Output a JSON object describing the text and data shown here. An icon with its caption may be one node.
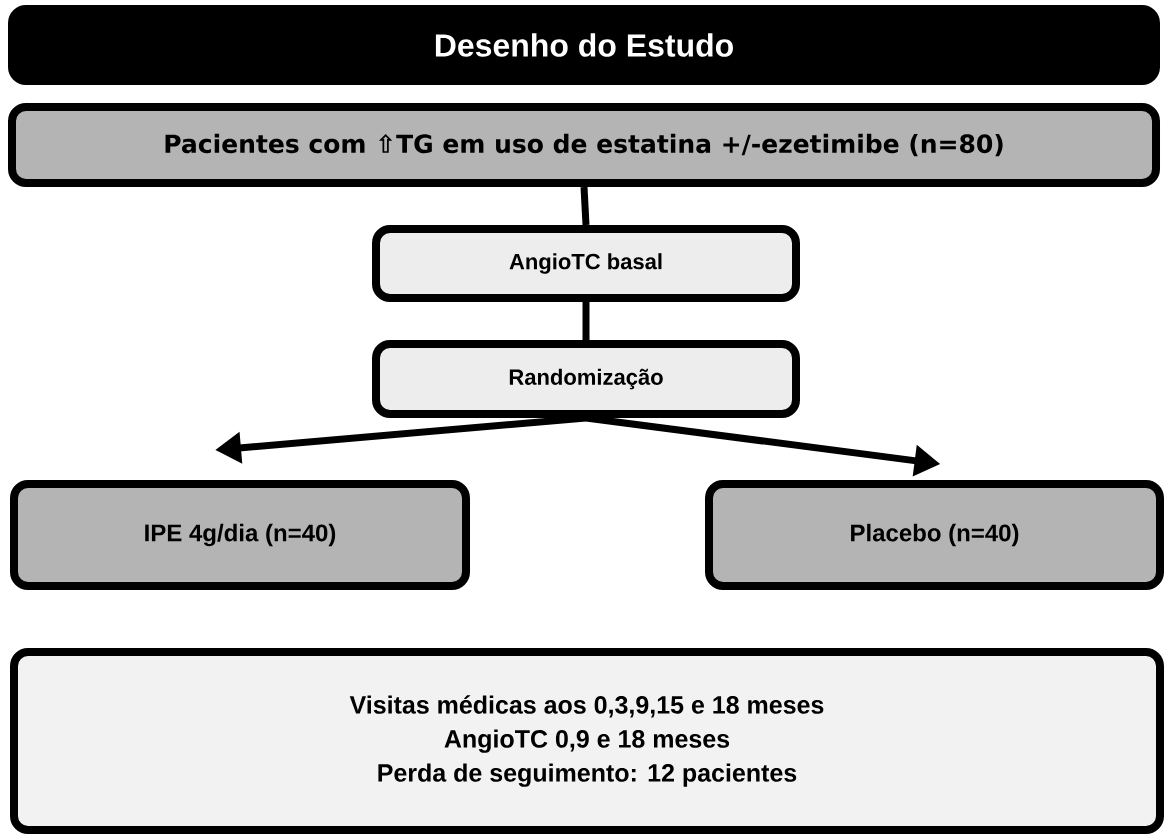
{
  "diagram": {
    "nodes": [
      {
        "text": [
          "Desenho do Estudo"
        ]
      },
      {
        "text": [
          "Pacientes com ⇧TG em uso de estatina +/-ezetimibe (n=80)"
        ]
      },
      {
        "text": [
          "AngioTC basal"
        ]
      },
      {
        "text": [
          "Randomização"
        ]
      },
      {
        "text": [
          "IPE 4g/dia (n=40)"
        ]
      },
      {
        "text": [
          "Placebo (n=40)"
        ]
      },
      {
        "text": [
          "Visitas médicas aos 0,3,9,15 e 18 meses",
          "AngioTC 0,9 e 18 meses",
          "Perda de seguimento: 12 pacientes"
        ]
      }
    ],
    "edges": [
      {
        "from": 1,
        "to": 2,
        "arrow": "none"
      },
      {
        "from": 2,
        "to": 3,
        "arrow": "none"
      },
      {
        "from": 3,
        "to": 4,
        "arrow": "to"
      },
      {
        "from": 3,
        "to": 5,
        "arrow": "to"
      }
    ]
  }
}
